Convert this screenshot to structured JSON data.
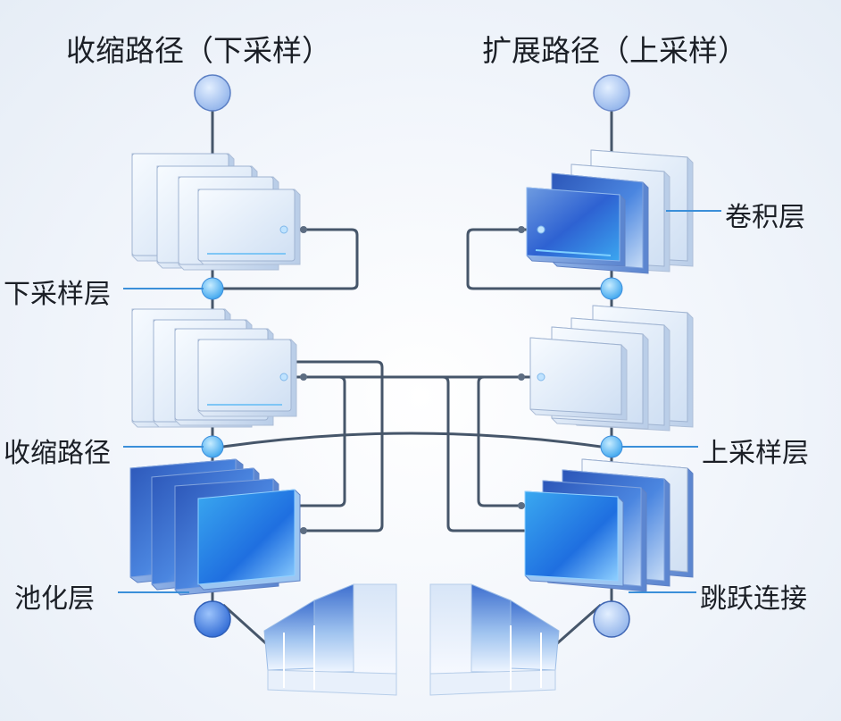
{
  "titles": {
    "left": "收缩路径（下采样）",
    "right": "扩展路径（上采样）"
  },
  "labels": {
    "downsample_layer": "下采样层",
    "contracting_path": "收缩路径",
    "pooling_layer": "池化层",
    "conv_layer": "卷积层",
    "upsample_layer": "上采样层",
    "skip_connection": "跳跃连接"
  },
  "colors": {
    "line": "#46566a",
    "leader": "#3b8fd9",
    "node_light": "#a9c9f2",
    "node_dark": "#3f7fd8",
    "block_light": "#dbe7f6",
    "block_dark": "#2b5cc2",
    "block_glow": "#33b4f2"
  }
}
